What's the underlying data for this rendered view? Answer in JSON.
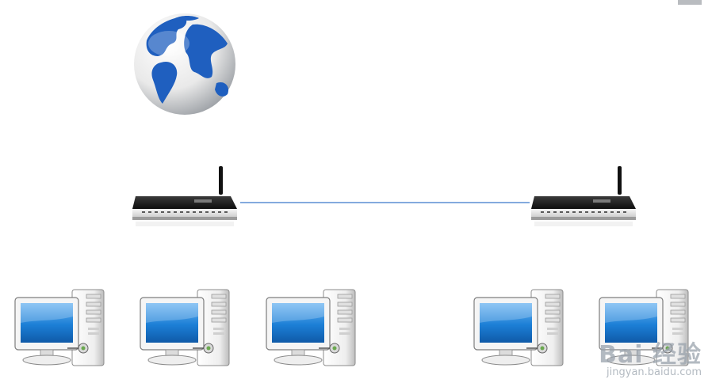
{
  "diagram": {
    "nodes": [
      {
        "id": "internet",
        "kind": "globe",
        "icon": "globe-icon"
      },
      {
        "id": "router-left",
        "kind": "router",
        "icon": "wireless-router-icon"
      },
      {
        "id": "router-right",
        "kind": "router",
        "icon": "wireless-router-icon"
      },
      {
        "id": "pc-1",
        "kind": "computer",
        "icon": "desktop-computer-icon"
      },
      {
        "id": "pc-2",
        "kind": "computer",
        "icon": "desktop-computer-icon"
      },
      {
        "id": "pc-3",
        "kind": "computer",
        "icon": "desktop-computer-icon"
      },
      {
        "id": "pc-4",
        "kind": "computer",
        "icon": "desktop-computer-icon"
      },
      {
        "id": "pc-5",
        "kind": "computer",
        "icon": "desktop-computer-icon"
      }
    ],
    "links": [
      {
        "from": "router-left",
        "to": "router-right",
        "color": "#3a78c9"
      }
    ],
    "colors": {
      "globe_ocean": "#f4f4f4",
      "globe_land": "#1f5fbf",
      "router_body": "#1a1a1a",
      "router_base": "#e6e6e6",
      "monitor_screen": "#1c7fd6",
      "case": "#f2f2f2"
    }
  },
  "watermark": {
    "brand": "Bai 经验",
    "site": "jingyan.baidu.com"
  }
}
